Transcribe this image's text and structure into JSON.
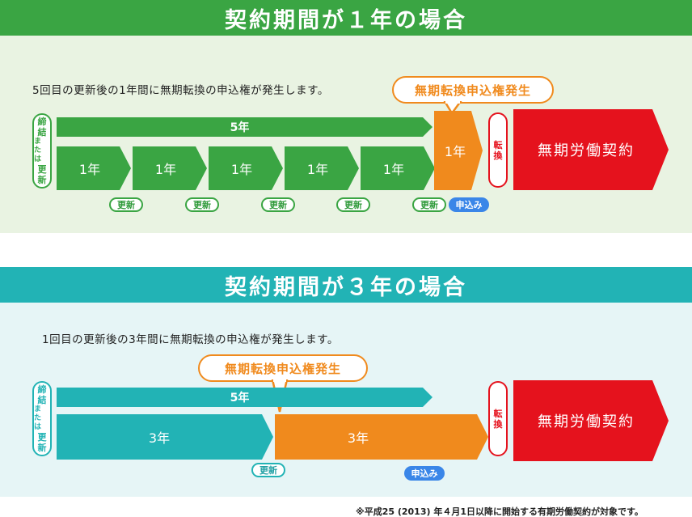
{
  "colors": {
    "green": "#3aa543",
    "light_green_bg": "#e9f3e2",
    "teal": "#22b3b5",
    "light_teal_bg": "#e6f5f6",
    "orange": "#f08a1d",
    "red": "#e5121d",
    "blue": "#3a86e8"
  },
  "section1": {
    "title": "契約期間が１年の場合",
    "description": "5回目の更新後の1年間に無期転換の申込権が発生します。",
    "bubble": "無期転換申込権発生",
    "start_label": [
      "締",
      "結",
      "ま た は",
      "更",
      "新"
    ],
    "five_year_bar": "5年",
    "terms": [
      "1年",
      "1年",
      "1年",
      "1年",
      "1年"
    ],
    "final_term": "1年",
    "renew_labels": [
      "更新",
      "更新",
      "更新",
      "更新",
      "更新"
    ],
    "apply_label": "申込み",
    "convert_label": [
      "転",
      "換"
    ],
    "result": "無期労働契約"
  },
  "section2": {
    "title": "契約期間が３年の場合",
    "description": "1回目の更新後の3年間に無期転換の申込権が発生します。",
    "bubble": "無期転換申込権発生",
    "start_label": [
      "締",
      "結",
      "ま た は",
      "更",
      "新"
    ],
    "five_year_bar": "5年",
    "terms": [
      "3年"
    ],
    "final_term": "3年",
    "renew_labels": [
      "更新"
    ],
    "apply_label": "申込み",
    "convert_label": [
      "転",
      "換"
    ],
    "result": "無期労働契約"
  },
  "footnote": "※平成25 (2013) 年４月1日以降に開始する有期労働契約が対象です。"
}
